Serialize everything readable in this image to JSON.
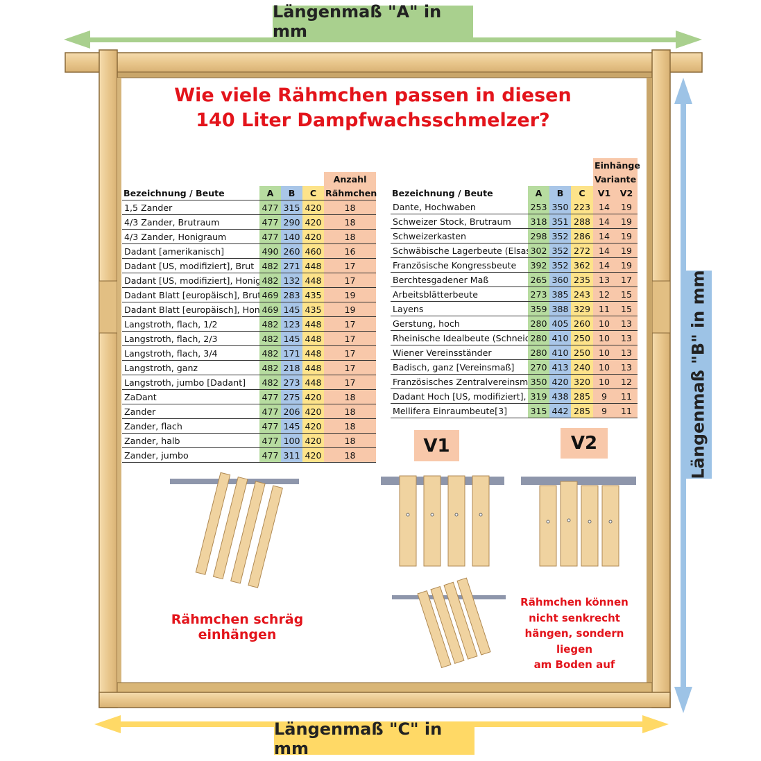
{
  "labels": {
    "a": "Längenmaß \"A\" in mm",
    "b": "Längenmaß \"B\" in mm",
    "c": "Längenmaß \"C\" in mm"
  },
  "title": {
    "line1": "Wie viele Rähmchen passen in diesen",
    "line2": "140 Liter Dampfwachsschmelzer?"
  },
  "left_table": {
    "header": {
      "name": "Bezeichnung / Beute",
      "a": "A",
      "b": "B",
      "c": "C",
      "count_top": "Anzahl",
      "count": "Rähmchen"
    },
    "rows": [
      {
        "name": "1,5 Zander",
        "a": "477",
        "b": "315",
        "c": "420",
        "n": "18"
      },
      {
        "name": "4/3 Zander, Brutraum",
        "a": "477",
        "b": "290",
        "c": "420",
        "n": "18"
      },
      {
        "name": "4/3 Zander, Honigraum",
        "a": "477",
        "b": "140",
        "c": "420",
        "n": "18"
      },
      {
        "name": "Dadant [amerikanisch]",
        "a": "490",
        "b": "260",
        "c": "460",
        "n": "16"
      },
      {
        "name": "Dadant [US, modifiziert], Brut",
        "a": "482",
        "b": "271",
        "c": "448",
        "n": "17"
      },
      {
        "name": "Dadant [US, modifiziert], Honig",
        "a": "482",
        "b": "132",
        "c": "448",
        "n": "17"
      },
      {
        "name": "Dadant Blatt [europäisch], Brut",
        "a": "469",
        "b": "283",
        "c": "435",
        "n": "19"
      },
      {
        "name": "Dadant Blatt [europäisch], Honi",
        "a": "469",
        "b": "145",
        "c": "435",
        "n": "19"
      },
      {
        "name": "Langstroth, flach, 1/2",
        "a": "482",
        "b": "123",
        "c": "448",
        "n": "17"
      },
      {
        "name": "Langstroth, flach, 2/3",
        "a": "482",
        "b": "145",
        "c": "448",
        "n": "17"
      },
      {
        "name": "Langstroth, flach, 3/4",
        "a": "482",
        "b": "171",
        "c": "448",
        "n": "17"
      },
      {
        "name": "Langstroth, ganz",
        "a": "482",
        "b": "218",
        "c": "448",
        "n": "17"
      },
      {
        "name": "Langstroth, jumbo [Dadant]",
        "a": "482",
        "b": "273",
        "c": "448",
        "n": "17"
      },
      {
        "name": "ZaDant",
        "a": "477",
        "b": "275",
        "c": "420",
        "n": "18"
      },
      {
        "name": "Zander",
        "a": "477",
        "b": "206",
        "c": "420",
        "n": "18"
      },
      {
        "name": "Zander, flach",
        "a": "477",
        "b": "145",
        "c": "420",
        "n": "18"
      },
      {
        "name": "Zander, halb",
        "a": "477",
        "b": "100",
        "c": "420",
        "n": "18"
      },
      {
        "name": "Zander, jumbo",
        "a": "477",
        "b": "311",
        "c": "420",
        "n": "18"
      }
    ]
  },
  "right_table": {
    "header": {
      "name": "Bezeichnung / Beute",
      "a": "A",
      "b": "B",
      "c": "C",
      "group_top": "Einhänge",
      "group": "Variante",
      "v1": "V1",
      "v2": "V2"
    },
    "rows": [
      {
        "name": "Dante, Hochwaben",
        "a": "253",
        "b": "350",
        "c": "223",
        "v1": "14",
        "v2": "19"
      },
      {
        "name": "Schweizer Stock, Brutraum",
        "a": "318",
        "b": "351",
        "c": "288",
        "v1": "14",
        "v2": "19"
      },
      {
        "name": "Schweizerkasten",
        "a": "298",
        "b": "352",
        "c": "286",
        "v1": "14",
        "v2": "19"
      },
      {
        "name": "Schwäbische Lagerbeute (Elsass",
        "a": "302",
        "b": "352",
        "c": "272",
        "v1": "14",
        "v2": "19"
      },
      {
        "name": "Französische Kongressbeute",
        "a": "392",
        "b": "352",
        "c": "362",
        "v1": "14",
        "v2": "19"
      },
      {
        "name": "Berchtesgadener Maß",
        "a": "265",
        "b": "360",
        "c": "235",
        "v1": "13",
        "v2": "17"
      },
      {
        "name": "Arbeitsblätterbeute",
        "a": "273",
        "b": "385",
        "c": "243",
        "v1": "12",
        "v2": "15"
      },
      {
        "name": "Layens",
        "a": "359",
        "b": "388",
        "c": "329",
        "v1": "11",
        "v2": "15"
      },
      {
        "name": "Gerstung, hoch",
        "a": "280",
        "b": "405",
        "c": "260",
        "v1": "10",
        "v2": "13"
      },
      {
        "name": "Rheinische Idealbeute (Schneid",
        "a": "280",
        "b": "410",
        "c": "250",
        "v1": "10",
        "v2": "13"
      },
      {
        "name": "Wiener Vereinsständer",
        "a": "280",
        "b": "410",
        "c": "250",
        "v1": "10",
        "v2": "13"
      },
      {
        "name": "Badisch, ganz [Vereinsmaß]",
        "a": "270",
        "b": "413",
        "c": "240",
        "v1": "10",
        "v2": "13"
      },
      {
        "name": "Französisches Zentralvereinsma",
        "a": "350",
        "b": "420",
        "c": "320",
        "v1": "10",
        "v2": "12"
      },
      {
        "name": "Dadant Hoch [US, modifiziert], B",
        "a": "319",
        "b": "438",
        "c": "285",
        "v1": "9",
        "v2": "11"
      },
      {
        "name": "Mellifera Einraumbeute[3]",
        "a": "315",
        "b": "442",
        "c": "285",
        "v1": "9",
        "v2": "11"
      }
    ]
  },
  "variants": {
    "v1": "V1",
    "v2": "V2"
  },
  "notes": {
    "slanted": "Rähmchen schräg einhängen",
    "bottom_line1": "Rähmchen können",
    "bottom_line2": "nicht senkrecht",
    "bottom_line3": "hängen, sondern liegen",
    "bottom_line4": "am Boden auf"
  },
  "colors": {
    "green": "#b7dca0",
    "blue": "#a9c6e8",
    "yellow": "#fde38a",
    "salmon": "#f8c8aa",
    "red_text": "#e3141b",
    "wood": "#f0d4a0"
  }
}
